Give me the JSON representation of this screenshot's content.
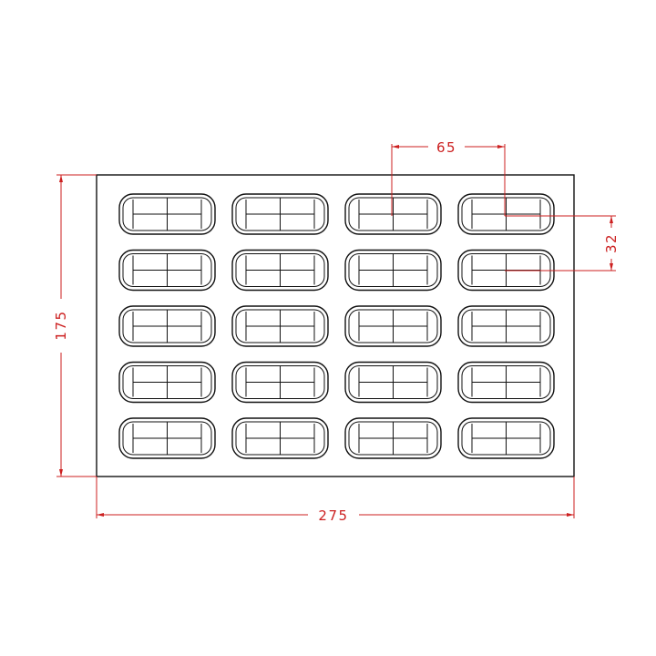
{
  "drawing": {
    "colors": {
      "outline": "#111111",
      "dimension": "#cc1f1f",
      "background": "#ffffff"
    },
    "cavity_grid": {
      "rows": 5,
      "columns": 4
    },
    "dimensions": {
      "overall_width": "275",
      "overall_height": "175",
      "cavity_pitch": "65",
      "cavity_height": "32"
    }
  }
}
